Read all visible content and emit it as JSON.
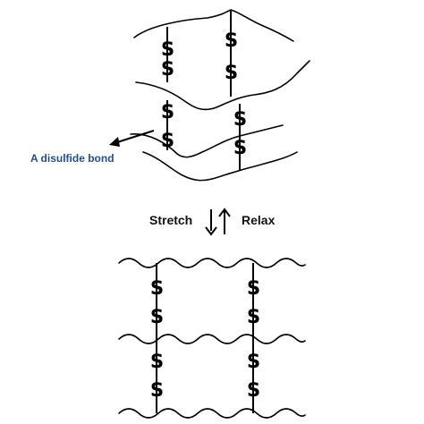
{
  "top_diagram": {
    "callout_label": "A disulfide bond",
    "sulfur_symbol": "S"
  },
  "arrows": {
    "left_label": "Stretch",
    "right_label": "Relax"
  },
  "bottom_diagram": {
    "sulfur_symbol": "S"
  },
  "colors": {
    "callout": "#1f4e9a",
    "ink": "#000000"
  }
}
